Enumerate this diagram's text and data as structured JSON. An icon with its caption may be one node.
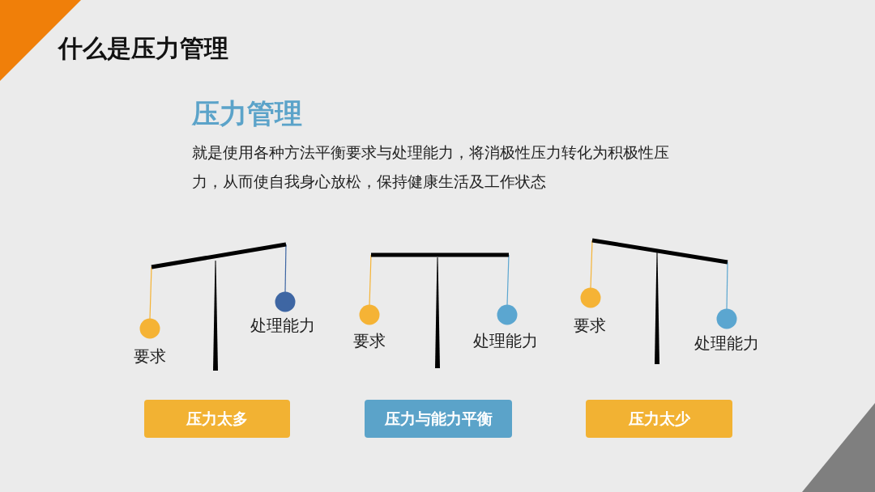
{
  "diagram": {
    "title": "什么是压力管理",
    "nodes": [
      {
        "text": [
          "压力太多"
        ]
      },
      {
        "text": [
          "压力与能力平衡"
        ]
      },
      {
        "text": [
          "压力太少"
        ]
      }
    ],
    "labels": [
      "压力管理",
      "就是使用各种方法平衡要求与处理能力，将消极性压力转化为积极性压力，从而使自我身心放松，保持健康生活及工作状态",
      "要求",
      "处理能力",
      "要求",
      "处理能力",
      "要求",
      "处理能力"
    ]
  }
}
